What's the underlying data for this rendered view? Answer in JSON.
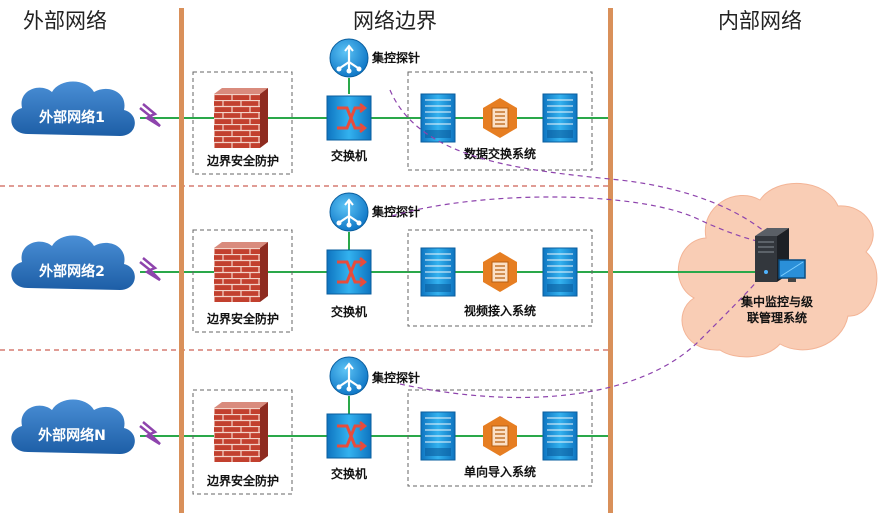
{
  "headers": {
    "external": "外部网络",
    "boundary": "网络边界",
    "internal": "内部网络"
  },
  "rows": [
    {
      "cloud": "外部网络1",
      "firewall": "边界安全防护",
      "switch": "交换机",
      "probe": "集控探针",
      "system": "数据交换系统"
    },
    {
      "cloud": "外部网络2",
      "firewall": "边界安全防护",
      "switch": "交换机",
      "probe": "集控探针",
      "system": "视频接入系统"
    },
    {
      "cloud": "外部网络N",
      "firewall": "边界安全防护",
      "switch": "交换机",
      "probe": "集控探针",
      "system": "单向导入系统"
    }
  ],
  "center": {
    "line1": "集中监控与级",
    "line2": "联管理系统"
  },
  "colors": {
    "boundary_line": "#d9905a",
    "network_link": "#2aa84a",
    "row_divider": "#c0392b",
    "monitor_link": "#8e44ad",
    "cloud_external": "#2a6fb5",
    "cloud_internal": "#f9cdb5",
    "device_blue": "#1a8fd8",
    "firewall_brick": "#c0392b",
    "gear_orange": "#e67e22"
  },
  "icons": [
    "cloud-icon",
    "lightning-icon",
    "firewall-icon",
    "switch-icon",
    "probe-icon",
    "server-icon",
    "gear-icon",
    "monitor-server-icon"
  ]
}
